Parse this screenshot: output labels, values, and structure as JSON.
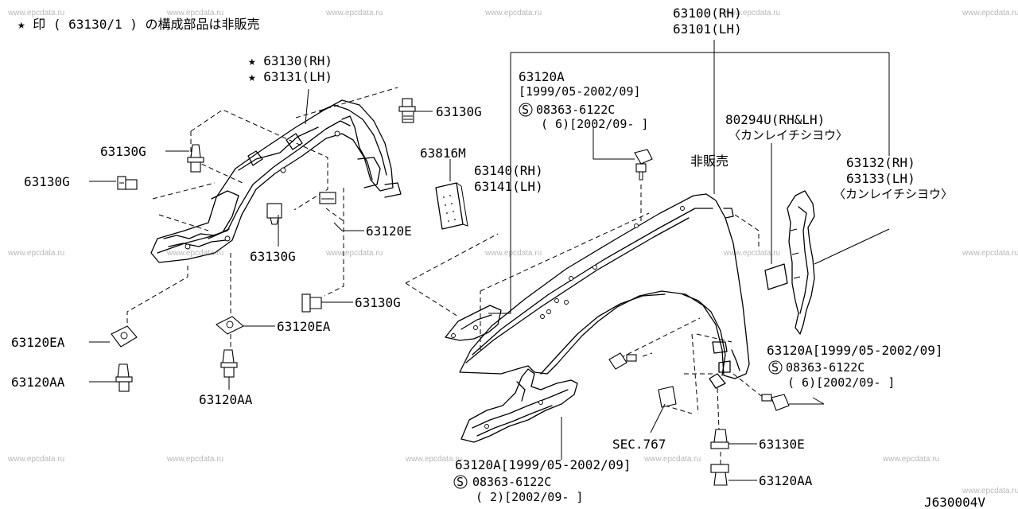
{
  "watermark": "www.epcdata.ru",
  "note": "★ 印 ( 63130/1 ) の構成部品は非販売",
  "diagram_code": "J630004V",
  "labels": {
    "p63100": "63100(RH)",
    "p63101": "63101(LH)",
    "p63130": "★ 63130(RH)",
    "p63131": "★ 63131(LH)",
    "g_top_right": "63130G",
    "g_left_upper": "63130G",
    "g_left_mid": "63130G",
    "g_center_low": "63130G",
    "g_center_mid": "63130G",
    "p63120A_top": "63120A",
    "date_range_top": "[1999/05-2002/09]",
    "s_part_top": "08363-6122C",
    "s_qty_top": "( 6)[2002/09-      ]",
    "p63816M": "63816M",
    "p63140": "63140(RH)",
    "p63141": "63141(LH)",
    "not_for_sale": "非販売",
    "p80294U": "80294U(RH&LH)",
    "kanreichi_1": "〈カンレイチシヨウ〉",
    "p63132": "63132(RH)",
    "p63133": "63133(LH)",
    "kanreichi_2": "〈カンレイチシヨウ〉",
    "p63120E": "63120E",
    "p63120EA_left": "63120EA",
    "p63120AA_left": "63120AA",
    "p63120EA_center": "63120EA",
    "p63120AA_center": "63120AA",
    "p63120A_right": "63120A[1999/05-2002/09]",
    "s_part_right": "08363-6122C",
    "s_qty_right": "( 6)[2002/09-      ]",
    "sec767": "SEC.767",
    "p63130E": "63130E",
    "p63120AA_right": "63120AA",
    "p63120A_bottom": "63120A[1999/05-2002/09]",
    "s_part_bottom": "08363-6122C",
    "s_qty_bottom": "( 2)[2002/09-      ]",
    "s_symbol": "S"
  }
}
